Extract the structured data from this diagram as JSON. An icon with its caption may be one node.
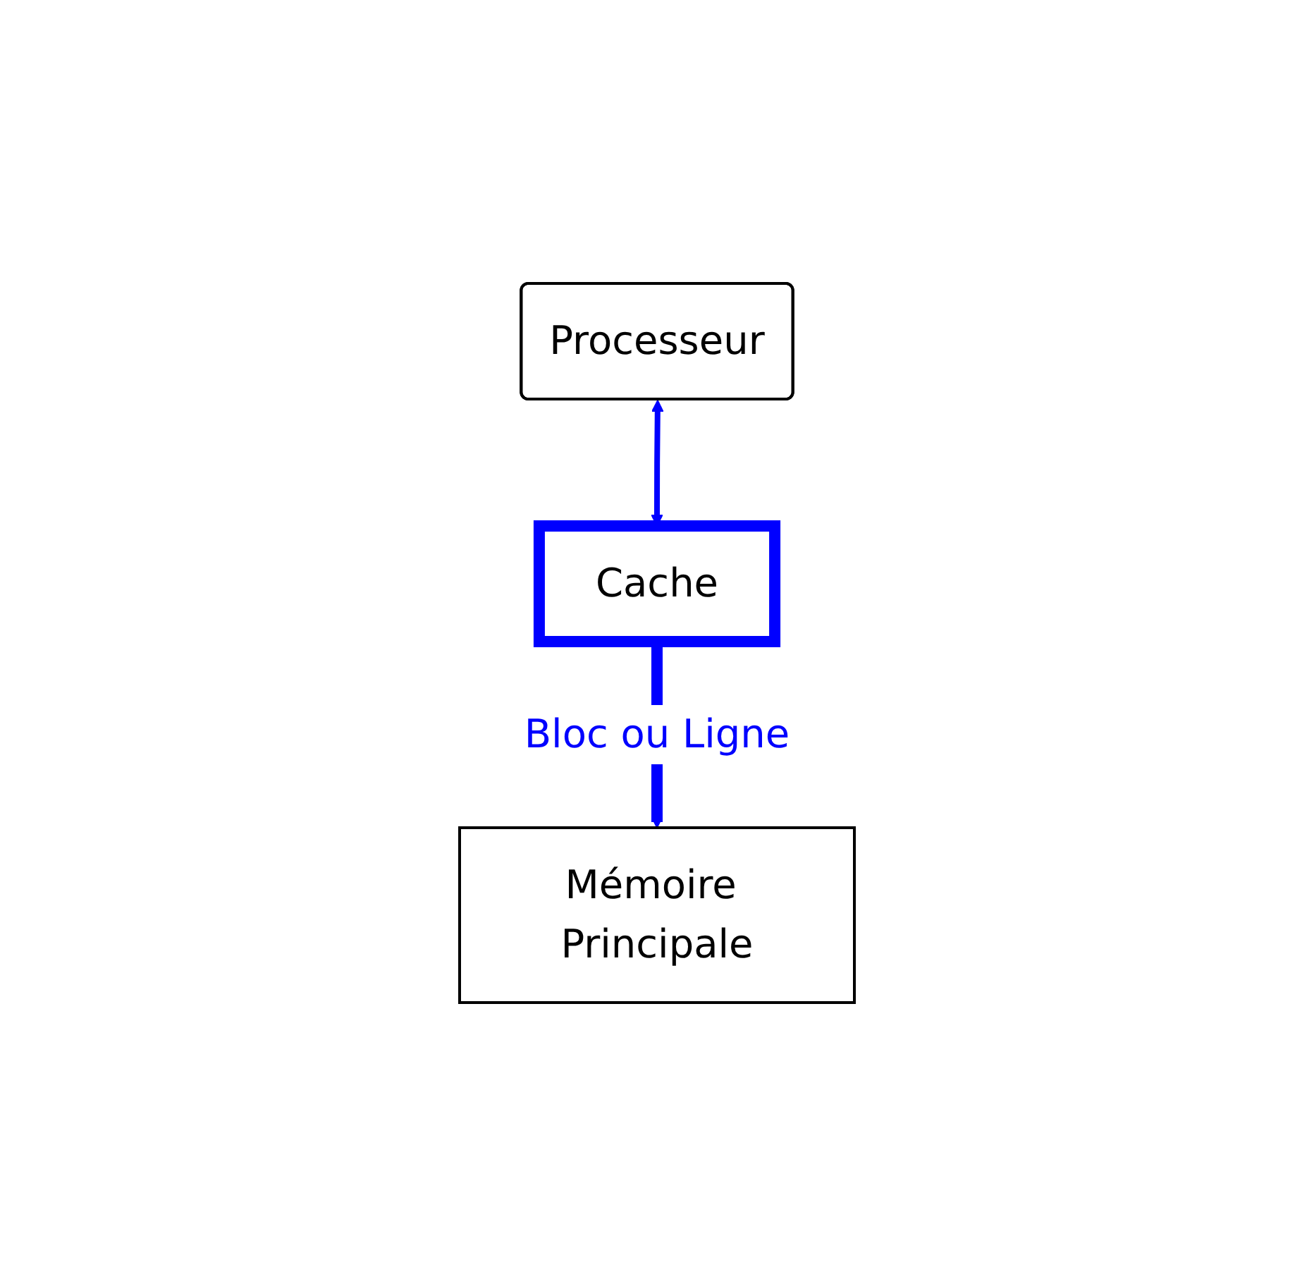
{
  "diagram": {
    "nodes": [
      {
        "text": [
          "Processeur"
        ]
      },
      {
        "text": [
          "Cache"
        ]
      },
      {
        "text": [
          "Mémoire Principale"
        ]
      }
    ],
    "edges": [
      {
        "from": 0,
        "to": 1,
        "arrow": "both",
        "color": "#0000ff"
      },
      {
        "from": 1,
        "to": 2,
        "arrow": "both",
        "label": "Bloc ou Ligne",
        "style": "thick",
        "color": "#0000ff"
      }
    ]
  }
}
